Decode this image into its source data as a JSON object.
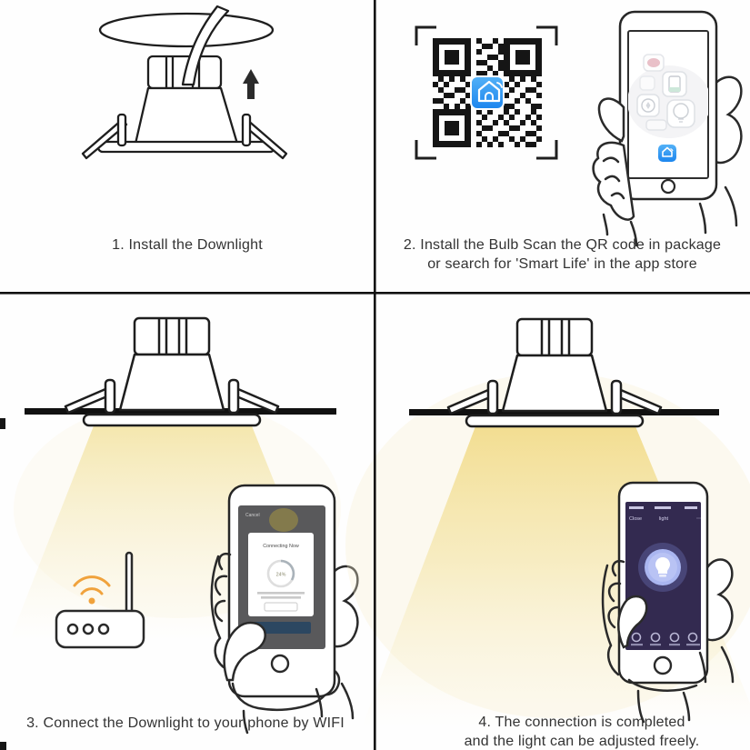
{
  "panels": {
    "step1": {
      "caption": "1. Install the Downlight"
    },
    "step2": {
      "caption_line1": "2. Install the Bulb Scan the QR code in package",
      "caption_line2": "or search for 'Smart Life' in the app store"
    },
    "step3": {
      "caption": "3. Connect the Downlight to your phone by WIFI",
      "phone_screen": {
        "cancel_label": "Cancel",
        "dialog_title": "Connecting Now",
        "progress_percent": "24%"
      }
    },
    "step4": {
      "caption_line1": "4. The connection is completed",
      "caption_line2": "and the light can be adjusted freely.",
      "phone_screen": {
        "close_label": "Close",
        "title": "light",
        "more_glyph": "⋯"
      }
    }
  },
  "icons": {
    "qr_center_app_icon": "smart-life-house-with-wifi",
    "wifi_signal": "wifi-waves-orange",
    "bulb_glow": "glowing-bulb",
    "up_arrow": "arrow-up"
  },
  "colors": {
    "accent_blue": "#2f9bf2",
    "beam_yellow": "#f5e6a6",
    "wifi_orange": "#f0a23c",
    "connect_button_navy": "#2c4761",
    "screen_dark_gray": "#59595b",
    "screen_dark_purple": "#332a50",
    "glow_periwinkle": "#b9c3f4",
    "line_ink": "#1e1e1e"
  }
}
